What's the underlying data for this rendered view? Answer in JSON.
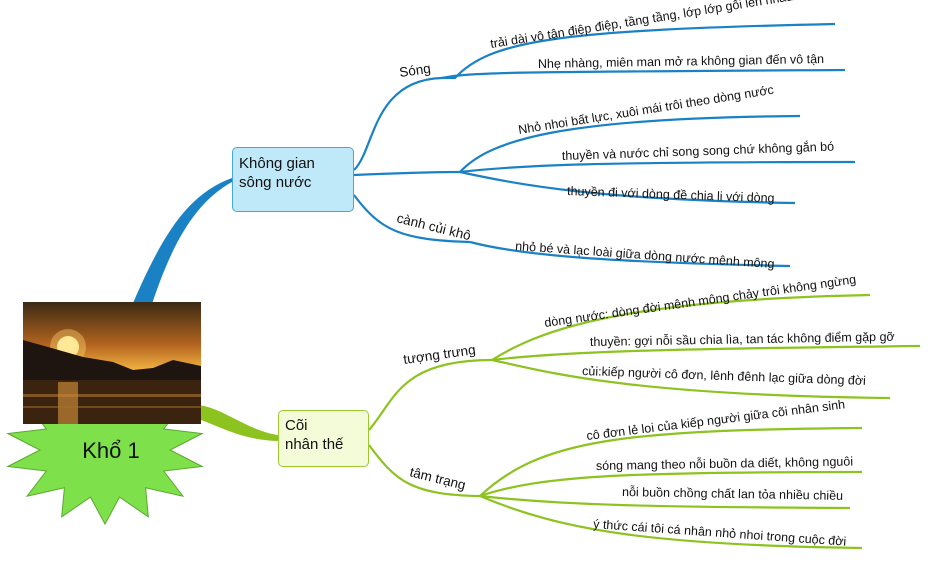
{
  "root": {
    "label": "Khổ 1"
  },
  "branches": [
    {
      "label": "Không gian\nsông nước",
      "line1": "Không gian",
      "line2": "sông nước",
      "color": "#1a82c4",
      "fill": "#bfe8f8",
      "sub": [
        {
          "label": "Sóng",
          "leaves": [
            "trải dài vô tận điệp điệp, tầng tầng, lớp lớp gối lên nhau",
            "Nhẹ nhàng, miên man mở ra không gian đến vô tận"
          ]
        },
        {
          "label": "",
          "leaves": [
            "Nhỏ nhoi bất lực, xuôi mái trôi theo dòng nước",
            "thuyền và nước chỉ song song chứ không gắn bó",
            "thuyền đi với dòng đề chia li với dòng"
          ]
        },
        {
          "label": "cành củi khô",
          "leaves": [
            "nhỏ bé và lạc loài giữa dòng nước mênh mông"
          ]
        }
      ]
    },
    {
      "label": "Cõi\nnhân thế",
      "line1": "Cõi",
      "line2": "nhân thế",
      "color": "#8cc31f",
      "fill": "#f3fbd9",
      "sub": [
        {
          "label": "tượng trưng",
          "leaves": [
            "dòng nước: dòng đời mênh mông chảy trôi không ngừng",
            "thuyền: gợi nỗi sầu chia lìa, tan tác không điểm gặp gỡ",
            "củi:kiếp người cô đơn, lênh đênh lạc giữa dòng đời"
          ]
        },
        {
          "label": "tâm trạng",
          "leaves": [
            "cô đơn lẻ loi của kiếp người giữa cõi nhân sinh",
            "sóng mang theo nỗi buồn da diết, không nguôi",
            "nỗi buồn chồng chất lan tỏa nhiều chiều",
            "ý thức cái tôi cá nhân nhỏ nhoi trong cuộc đời"
          ]
        }
      ]
    }
  ]
}
